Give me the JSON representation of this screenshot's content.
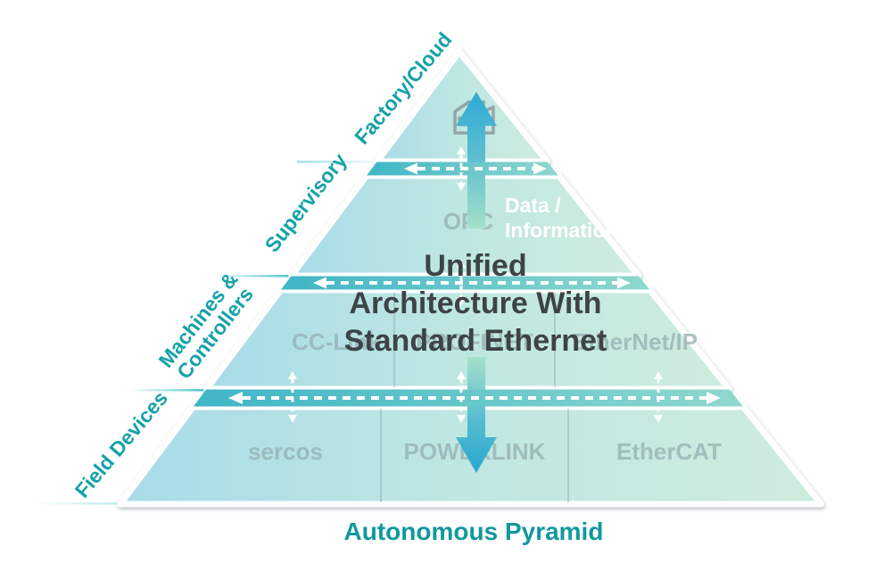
{
  "diagram": {
    "caption": "Autonomous Pyramid",
    "center_message": [
      "Unified",
      "Architecture With",
      "Standard Ethernet"
    ],
    "data_flow": [
      "Data /",
      "Information"
    ],
    "levels": {
      "factory": "Factory/Cloud",
      "supervisory": "Supervisory",
      "machines": [
        "Machines &",
        "Controllers"
      ],
      "field": "Field Devices"
    },
    "protocols": {
      "supervisory": [
        "OPC"
      ],
      "machines": [
        "CC-Link",
        "PROFINET",
        "EtherNet/IP"
      ],
      "field": [
        "sercos",
        "POWERLINK",
        "EtherCAT"
      ]
    },
    "colors": {
      "accent_teal": "#14a2a8",
      "caption_teal": "#11989d",
      "band_teal": "#3fb5c6",
      "arrow_blue": "#2da9d6",
      "center_text": "#3d4347",
      "protocol_gray": "#93adaf"
    }
  }
}
